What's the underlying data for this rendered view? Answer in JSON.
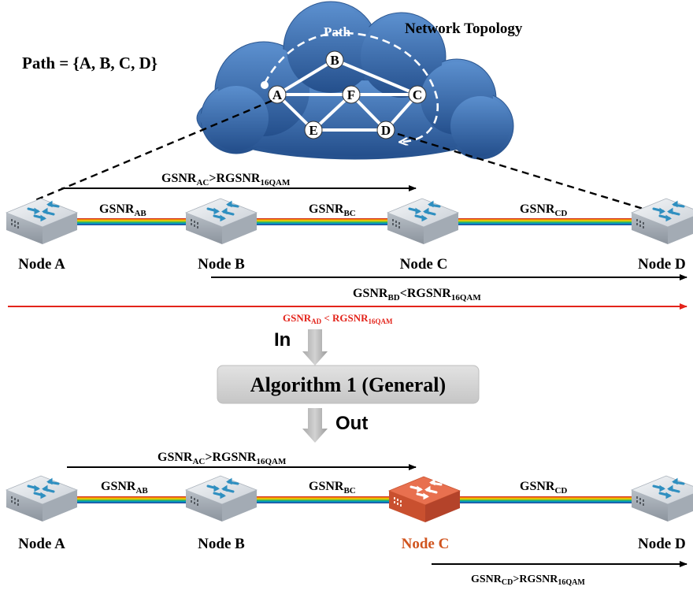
{
  "path_label": "Path = {A, B, C, D}",
  "topology": {
    "title": "Network Topology",
    "path_word": "Path",
    "nodes": [
      "A",
      "B",
      "C",
      "D",
      "E",
      "F"
    ]
  },
  "top_row": {
    "node_labels": [
      "Node A",
      "Node B",
      "Node C",
      "Node D"
    ],
    "span_labels": [
      {
        "base": "GSNR",
        "sub": "AB"
      },
      {
        "base": "GSNR",
        "sub": "BC"
      },
      {
        "base": "GSNR",
        "sub": "CD"
      }
    ],
    "arrow_ac": {
      "base": "GSNR",
      "sub": "AC",
      "op": ">RGSNR",
      "sub2": "16QAM"
    },
    "arrow_bd": {
      "base": "GSNR",
      "sub": "BD",
      "op": "<RGSNR",
      "sub2": "16QAM"
    },
    "arrow_ad": {
      "base": "GSNR",
      "sub": "AD",
      "op": " < RGSNR",
      "sub2": "16QAM"
    }
  },
  "flow": {
    "in_label": "In",
    "algorithm_label": "Algorithm 1 (General)",
    "out_label": "Out"
  },
  "bottom_row": {
    "node_labels": [
      "Node A",
      "Node B",
      "Node C",
      "Node D"
    ],
    "span_labels": [
      {
        "base": "GSNR",
        "sub": "AB"
      },
      {
        "base": "GSNR",
        "sub": "BC"
      },
      {
        "base": "GSNR",
        "sub": "CD"
      }
    ],
    "arrow_ac": {
      "base": "GSNR",
      "sub": "AC",
      "op": ">RGSNR",
      "sub2": "16QAM"
    },
    "arrow_cd": {
      "base": "GSNR",
      "sub": "CD",
      "op": ">RGSNR",
      "sub2": "16QAM"
    }
  },
  "colors": {
    "cloud": "#2f5f9e",
    "cloud_light": "#4c7fbf",
    "alert_red": "#e3241b",
    "highlight_node": "#e06040",
    "highlight_text": "#d0541e",
    "algorithm_box": "#d4d4d4"
  }
}
